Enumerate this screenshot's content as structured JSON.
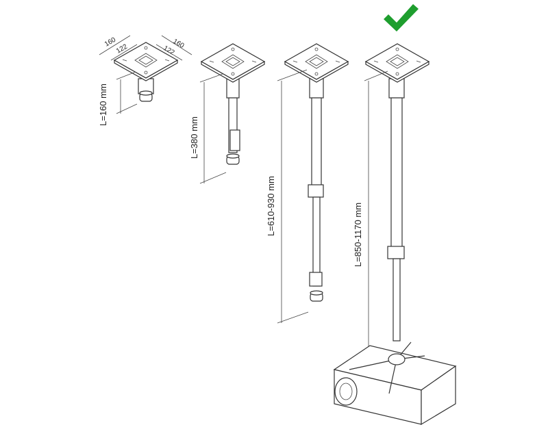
{
  "plate_dimensions": {
    "outer_a": "160",
    "inner_a": "122",
    "outer_b": "160",
    "inner_b": "122"
  },
  "mounts": [
    {
      "length_label": "L=160 mm"
    },
    {
      "length_label": "L=380 mm"
    },
    {
      "length_label": "L=610-930 mm"
    },
    {
      "length_label": "L=850-1170 mm",
      "selected": true
    }
  ],
  "checkmark_color": "#1e9e2e",
  "icons": [
    "checkmark-icon",
    "projector-icon"
  ]
}
